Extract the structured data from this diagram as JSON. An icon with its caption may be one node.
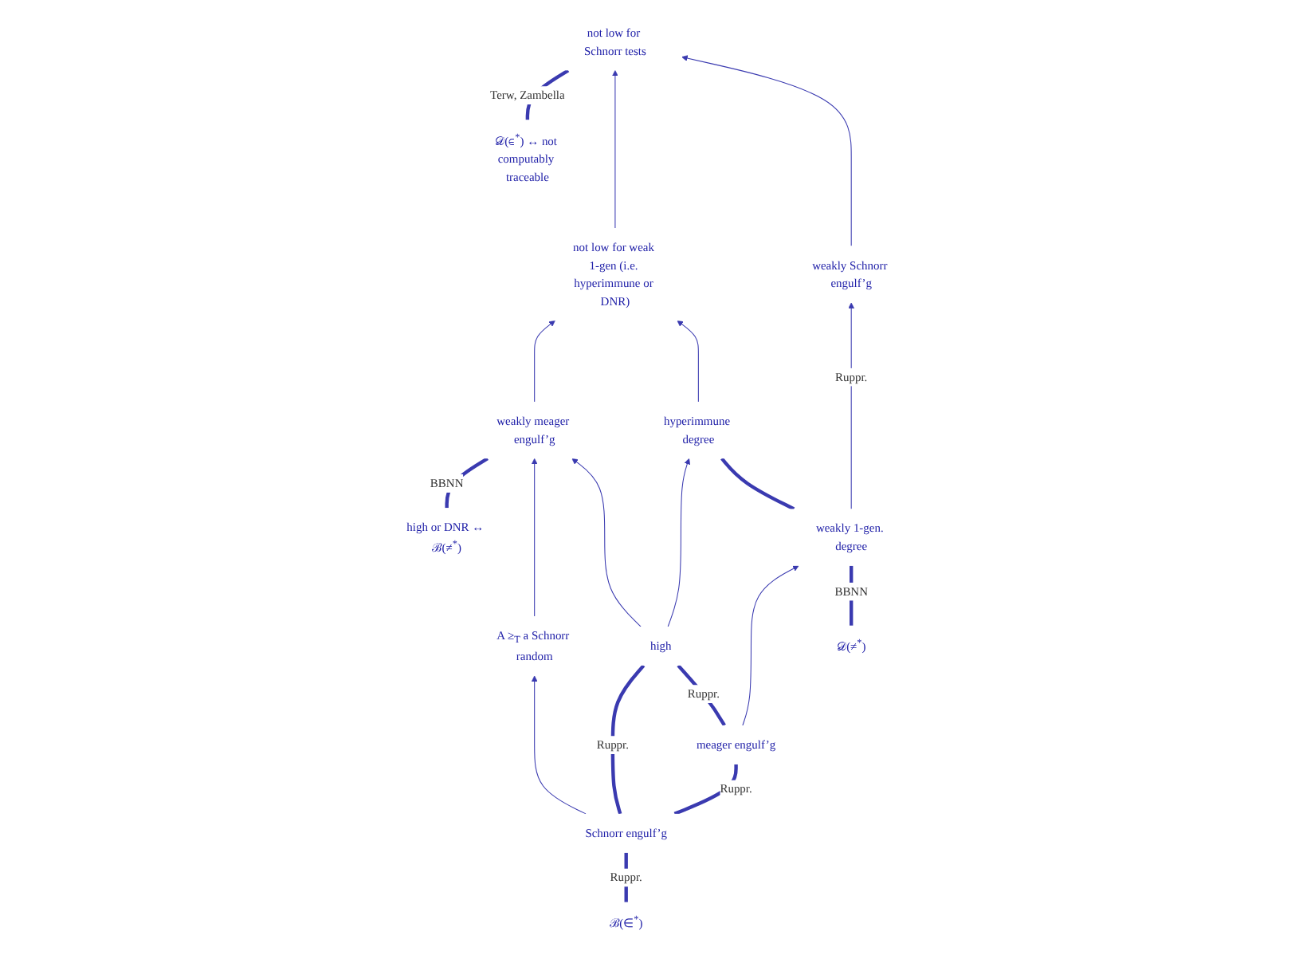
{
  "diagram": {
    "nodes": [
      {
        "text": [
          "high or DNR ↔ ℬ(≠$^{*}$)"
        ]
      },
      {
        "text": [
          "𝒟(∈$^{*}$) ↔ not computably traceable"
        ]
      },
      {
        "text": [
          "A ≥$_{T}$ a Schnorr random"
        ]
      },
      {
        "text": [
          "weakly meager engulf’g"
        ]
      },
      {
        "text": [
          "not low for weak 1-gen (i.e. hyperimmune or DNR)"
        ]
      },
      {
        "text": [
          "not low for Schnorr tests"
        ]
      },
      {
        "text": [
          "high"
        ]
      },
      {
        "text": [
          "hyperimmune degree"
        ]
      },
      {
        "text": [
          "Schnorr engulf’g"
        ]
      },
      {
        "text": [
          "meager engulf’g"
        ]
      },
      {
        "text": [
          "weakly 1-gen. degree"
        ]
      },
      {
        "text": [
          "weakly Schnorr engulf’g"
        ]
      },
      {
        "text": [
          "ℬ(∈$^{*}$)"
        ]
      },
      {
        "text": [
          "𝒟(≠$^{*}$)"
        ]
      }
    ],
    "edges": [
      {
        "from": 0,
        "to": 3,
        "arrow": "none",
        "style": "thick",
        "label": "BBNN"
      },
      {
        "from": 1,
        "to": 5,
        "arrow": "none",
        "style": "thick",
        "label": "Terw, Zambella"
      },
      {
        "from": 2,
        "to": 3,
        "arrow": "to"
      },
      {
        "from": 3,
        "to": 4,
        "arrow": "to"
      },
      {
        "from": 4,
        "to": 5,
        "arrow": "to"
      },
      {
        "from": 8,
        "to": 2,
        "arrow": "to"
      },
      {
        "from": 6,
        "to": 3,
        "arrow": "to"
      },
      {
        "from": 7,
        "to": 4,
        "arrow": "to"
      },
      {
        "from": 6,
        "to": 7,
        "arrow": "to"
      },
      {
        "from": 11,
        "to": 5,
        "arrow": "to"
      },
      {
        "from": 8,
        "to": 6,
        "arrow": "none",
        "style": "thick",
        "label": "Ruppr."
      },
      {
        "from": 9,
        "to": 6,
        "arrow": "none",
        "style": "thick",
        "label": "Ruppr."
      },
      {
        "from": 8,
        "to": 9,
        "arrow": "none",
        "style": "thick",
        "label": "Ruppr."
      },
      {
        "from": 9,
        "to": 10,
        "arrow": "to"
      },
      {
        "from": 10,
        "to": 11,
        "arrow": "to",
        "label": "Ruppr."
      },
      {
        "from": 10,
        "to": 7,
        "arrow": "none",
        "style": "thick"
      },
      {
        "from": 12,
        "to": 8,
        "arrow": "none",
        "style": "thick",
        "label": "Ruppr."
      },
      {
        "from": 13,
        "to": 10,
        "arrow": "none",
        "style": "thick",
        "label": "BBNN"
      }
    ]
  }
}
